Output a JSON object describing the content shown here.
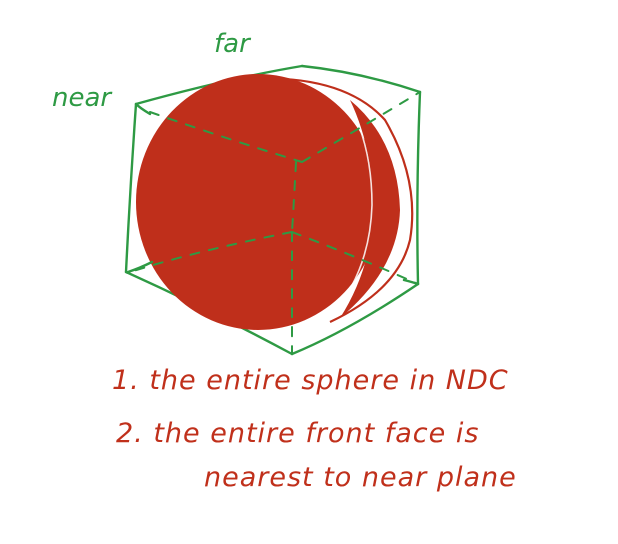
{
  "labels": {
    "far": "far",
    "near": "near"
  },
  "notes": [
    "1. the entire sphere in NDC",
    "2. the entire front face is",
    "nearest to near plane"
  ],
  "colors": {
    "sphere": "#bf2f1b",
    "box": "#2e9a44",
    "text": "#c0301b"
  }
}
